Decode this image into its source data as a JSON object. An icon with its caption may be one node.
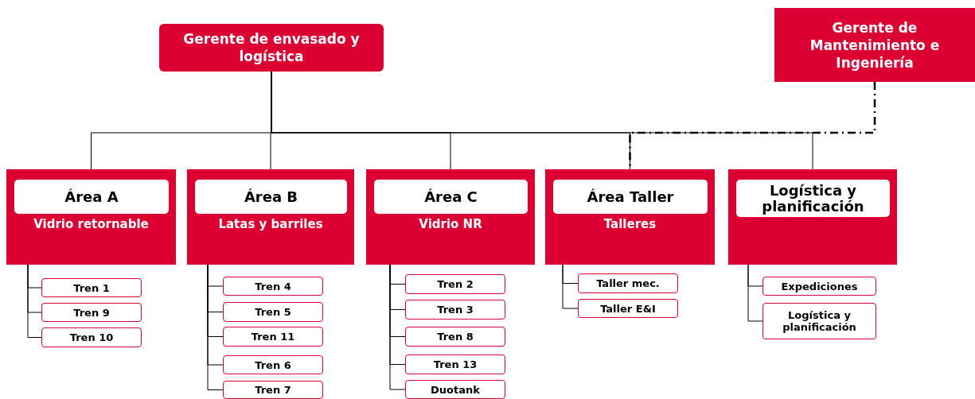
{
  "diagram": {
    "nodes": [
      {
        "text": [
          "Gerente de envasado y logística"
        ]
      },
      {
        "text": [
          "Gerente de Mantenimiento e Ingeniería"
        ]
      },
      {
        "text": [
          "Área A",
          "Vidrio retornable"
        ]
      },
      {
        "text": [
          "Área B",
          "Latas y barriles"
        ]
      },
      {
        "text": [
          "Área C",
          "Vidrio NR"
        ]
      },
      {
        "text": [
          "Área Taller",
          "Talleres"
        ]
      },
      {
        "text": [
          "Logística y planificación"
        ]
      },
      {
        "text": [
          "Tren 1"
        ]
      },
      {
        "text": [
          "Tren 9"
        ]
      },
      {
        "text": [
          "Tren 10"
        ]
      },
      {
        "text": [
          "Tren 4"
        ]
      },
      {
        "text": [
          "Tren 5"
        ]
      },
      {
        "text": [
          "Tren 11"
        ]
      },
      {
        "text": [
          "Tren 6"
        ]
      },
      {
        "text": [
          "Tren 7"
        ]
      },
      {
        "text": [
          "Tren 2"
        ]
      },
      {
        "text": [
          "Tren 3"
        ]
      },
      {
        "text": [
          "Tren 8"
        ]
      },
      {
        "text": [
          "Tren 13"
        ]
      },
      {
        "text": [
          "Duotank"
        ]
      },
      {
        "text": [
          "Taller mec."
        ]
      },
      {
        "text": [
          "Taller E&I"
        ]
      },
      {
        "text": [
          "Expediciones"
        ]
      },
      {
        "text": [
          "Logística y planificación"
        ]
      }
    ],
    "edges": [
      {
        "from": 0,
        "to": 2,
        "arrow": "none"
      },
      {
        "from": 0,
        "to": 3,
        "arrow": "none"
      },
      {
        "from": 0,
        "to": 4,
        "arrow": "none"
      },
      {
        "from": 0,
        "to": 5,
        "arrow": "none"
      },
      {
        "from": 0,
        "to": 6,
        "arrow": "none"
      },
      {
        "from": 1,
        "to": 5,
        "arrow": "none",
        "style": "dashed"
      },
      {
        "from": 2,
        "to": 7,
        "arrow": "none"
      },
      {
        "from": 2,
        "to": 8,
        "arrow": "none"
      },
      {
        "from": 2,
        "to": 9,
        "arrow": "none"
      },
      {
        "from": 3,
        "to": 10,
        "arrow": "none"
      },
      {
        "from": 3,
        "to": 11,
        "arrow": "none"
      },
      {
        "from": 3,
        "to": 12,
        "arrow": "none"
      },
      {
        "from": 3,
        "to": 13,
        "arrow": "none"
      },
      {
        "from": 3,
        "to": 14,
        "arrow": "none"
      },
      {
        "from": 4,
        "to": 15,
        "arrow": "none"
      },
      {
        "from": 4,
        "to": 16,
        "arrow": "none"
      },
      {
        "from": 4,
        "to": 17,
        "arrow": "none"
      },
      {
        "from": 4,
        "to": 18,
        "arrow": "none"
      },
      {
        "from": 4,
        "to": 19,
        "arrow": "none"
      },
      {
        "from": 5,
        "to": 20,
        "arrow": "none"
      },
      {
        "from": 5,
        "to": 21,
        "arrow": "none"
      },
      {
        "from": 6,
        "to": 22,
        "arrow": "none"
      },
      {
        "from": 6,
        "to": 23,
        "arrow": "none"
      }
    ]
  }
}
